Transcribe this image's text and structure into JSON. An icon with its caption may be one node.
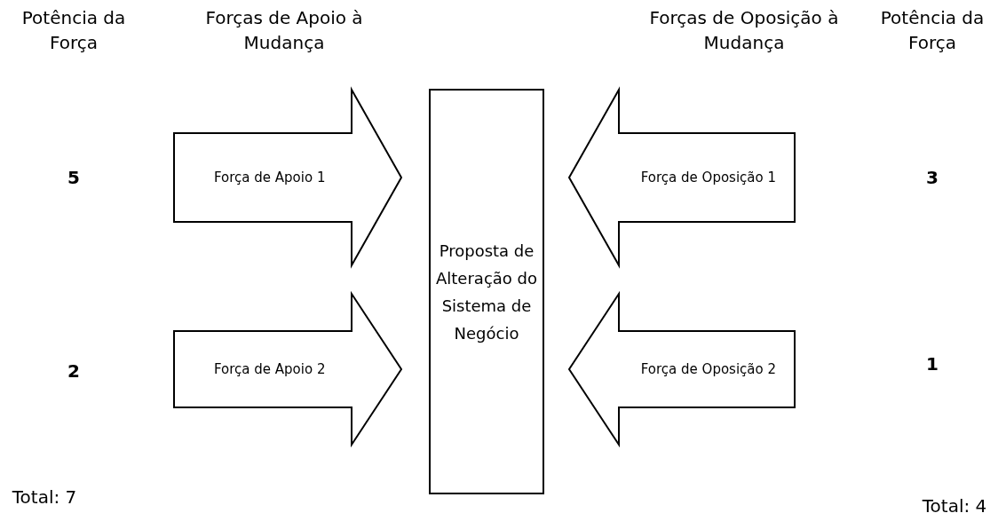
{
  "diagram": {
    "nodes": [
      {
        "text": [
          "Proposta de Alteração do Sistema de Negócio"
        ]
      },
      {
        "text": [
          "Força de Apoio 1"
        ]
      },
      {
        "text": [
          "Força de Apoio 2"
        ]
      },
      {
        "text": [
          "Força de Oposição 1"
        ]
      },
      {
        "text": [
          "Força de Oposição 2"
        ]
      }
    ],
    "labels": [
      "Potência da Força",
      "Forças de Apoio à Mudança",
      "Forças de Oposição à Mudança",
      "Potência da Força",
      "5",
      "3",
      "2",
      "1",
      "Total: 7",
      "Total: 4"
    ]
  }
}
